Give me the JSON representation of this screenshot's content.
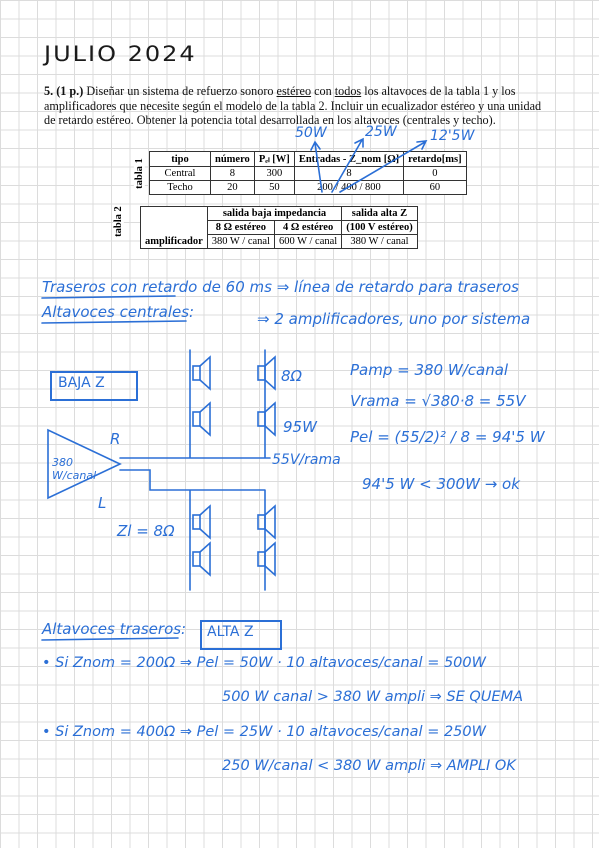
{
  "header": {
    "title": "JULIO 2024"
  },
  "problem": {
    "number": "5. (1 p.)",
    "text_a": " Diseñar un sistema de refuerzo sonoro ",
    "word_estereo": "estéreo",
    "text_b": " con ",
    "word_todos": "todos",
    "text_c": " los altavoces de la tabla 1 y los amplificadores que necesite según el modelo de la tabla 2. Incluir un ecualizador estéreo y una unidad de retardo estéreo. Obtener la potencia total desarrollada en los altavoces (centrales y techo)."
  },
  "table1": {
    "label": "tabla 1",
    "headers": [
      "tipo",
      "número",
      "Pₑₗ [W]",
      "Entradas - Z_nom [Ω]",
      "retardo[ms]"
    ],
    "rows": [
      [
        "Central",
        "8",
        "300",
        "8",
        "0"
      ],
      [
        "Techo",
        "20",
        "50",
        "200 / 400 / 800",
        "60"
      ]
    ]
  },
  "table2": {
    "label": "tabla 2",
    "row_header": "amplificador",
    "group_low": "salida baja impedancia",
    "group_high": "salida alta Z",
    "sub_8": "8 Ω estéreo",
    "sub_4": "4 Ω estéreo",
    "sub_100v": "(100 V estéreo)",
    "val_8": "380 W / canal",
    "val_4": "600 W / canal",
    "val_100v": "380 W / canal"
  },
  "annotations_top": {
    "a50w": "50W",
    "a25w": "25W",
    "a125w": "12'5W"
  },
  "notes": {
    "line1": "Traseros con retardo de 60 ms ⇒ línea de retardo para traseros",
    "line2_label": "Altavoces centrales:",
    "line2_rest": "⇒ 2 amplificadores, uno por sistema"
  },
  "diagram": {
    "baja_z": "BAJA Z",
    "amp_label": "380 W/canal",
    "r_label": "R",
    "l_label": "L",
    "zl": "Zl = 8Ω",
    "ohm8": "8Ω",
    "w95": "95W",
    "v55": "55V/rama"
  },
  "calc": {
    "p_amp": "Pamp = 380 W/canal",
    "v_rama": "Vrama = √380·8 = 55V",
    "p_el": "Pel = (55/2)² / 8 = 94'5 W",
    "check": "94'5 W < 300W → ok"
  },
  "rear": {
    "label": "Altavoces traseros:",
    "alta_z": "ALTA Z",
    "case1": "• Si Znom = 200Ω ⇒ Pel = 50W · 10 altavoces/canal = 500W",
    "case1b": "500 W canal > 380 W ampli ⇒ SE QUEMA",
    "case2": "• Si Znom = 400Ω ⇒ Pel = 25W · 10 altavoces/canal = 250W",
    "case2b": "250 W/canal < 380 W ampli ⇒ AMPLI OK"
  },
  "colors": {
    "ink": "#2b6fd6",
    "grid": "#dcdcdc"
  }
}
